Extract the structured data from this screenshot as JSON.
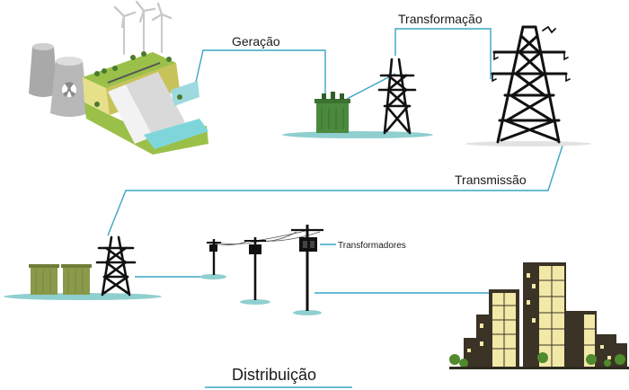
{
  "labels": {
    "generation": "Geração",
    "transformation": "Transformação",
    "transmission": "Transmissão",
    "transformers": "Transformadores",
    "distribution": "Distribuição"
  },
  "colors": {
    "connector": "#3aa6c4",
    "ground": "#8fcfcf",
    "transformer_green": "#4b8a3e",
    "box_olive": "#8a9a4a",
    "grass": "#9bc04a",
    "earth": "#e6e08a",
    "tower": "#111111",
    "building_dark": "#3a3326",
    "building_light": "#f2e8a8"
  },
  "icons": [
    "nuclear-plant-icon",
    "hydro-dam-icon",
    "wind-turbine-icon",
    "power-transformer-icon",
    "lattice-tower-icon",
    "utility-pole-icon",
    "city-skyline-icon"
  ]
}
